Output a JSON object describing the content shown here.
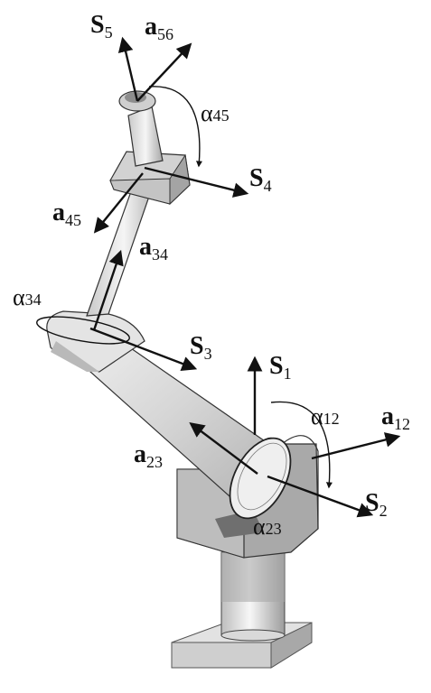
{
  "labels": {
    "s1": {
      "main": "S",
      "sub": "1"
    },
    "s2": {
      "main": "S",
      "sub": "2"
    },
    "s3": {
      "main": "S",
      "sub": "3"
    },
    "s4": {
      "main": "S",
      "sub": "4"
    },
    "s5": {
      "main": "S",
      "sub": "5"
    },
    "a12": {
      "main": "a",
      "sub": "12"
    },
    "a23": {
      "main": "a",
      "sub": "23"
    },
    "a34": {
      "main": "a",
      "sub": "34"
    },
    "a45": {
      "main": "a",
      "sub": "45"
    },
    "a56": {
      "main": "a",
      "sub": "56"
    },
    "alpha12": {
      "main": "α",
      "sub": "12"
    },
    "alpha23": {
      "main": "α",
      "sub": "23"
    },
    "alpha34": {
      "main": "α",
      "sub": "34"
    },
    "alpha45": {
      "main": "α",
      "sub": "45"
    }
  },
  "colors": {
    "metal_light": "#f2f2f2",
    "metal_mid": "#d4d4d4",
    "metal_dark": "#a9a9a9",
    "outline": "#222222",
    "arrow": "#111111"
  }
}
